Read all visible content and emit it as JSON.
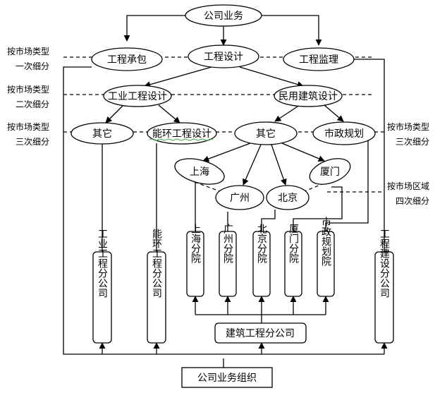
{
  "nodes": {
    "company_business": "公司业务",
    "project_contracting": "工程承包",
    "engineering_design": "工程设计",
    "project_supervision": "工程监理",
    "industrial_design": "工业工程设计",
    "civil_design": "民用建筑设计",
    "industrial_other": "其它",
    "energy_env_design": "能环工程设计",
    "civil_other": "其它",
    "municipal_planning": "市政规划",
    "shanghai": "上海",
    "guangzhou": "广州",
    "beijing": "北京",
    "xiamen": "厦门",
    "business_org": "公司业务组织",
    "construction_sub": "建筑工程分公司"
  },
  "branches": {
    "shanghai": "上海分院",
    "guangzhou": "广州分院",
    "beijing": "北京分院",
    "xiamen": "厦门分院",
    "municipal": "市政规划院"
  },
  "subsidiaries": {
    "industrial": "工业工程分公司",
    "energy_env": "能环工程分公司",
    "construction_build": "工程建设分公司"
  },
  "side_labels": {
    "l1a": "按市场类型",
    "l1b": "一次细分",
    "l2a": "按市场类型",
    "l2b": "二次细分",
    "l3a": "按市场类型",
    "l3b": "三次细分",
    "r3a": "按市场类型",
    "r3b": "三次细分",
    "r4a": "按市场区域",
    "r4b": "四次细分"
  }
}
